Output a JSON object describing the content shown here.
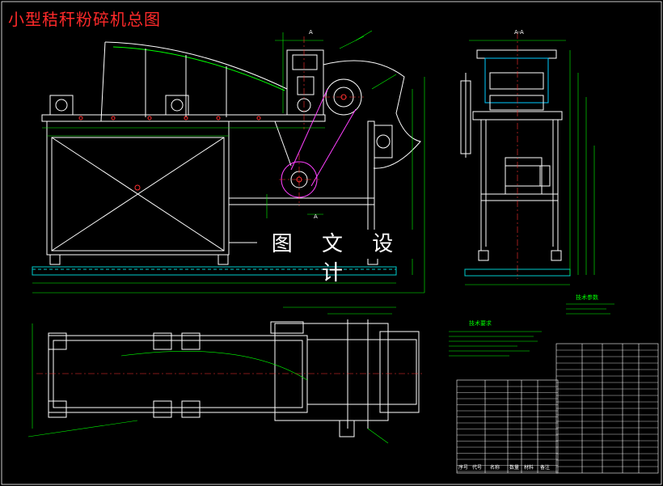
{
  "drawing": {
    "title": "小型秸秆粉碎机总图",
    "watermark": "图 文 设 计"
  },
  "annotations": {
    "section_markers": [
      "A",
      "A",
      "A-A"
    ],
    "tech_req_title": "技术要求",
    "tech_params_title": "技术参数"
  },
  "title_block": {
    "col_headers": [
      "序号",
      "代号",
      "名称",
      "数量",
      "材料",
      "备注"
    ]
  },
  "colors": {
    "background": "#000000",
    "outline": "#ffffff",
    "dimension": "#00ff00",
    "centerline": "#ff3030",
    "hidden": "#ffff00",
    "ground": "#00cccc",
    "belt": "#ff40ff",
    "motor": "#8888ff",
    "title": "#ff2a2a"
  }
}
